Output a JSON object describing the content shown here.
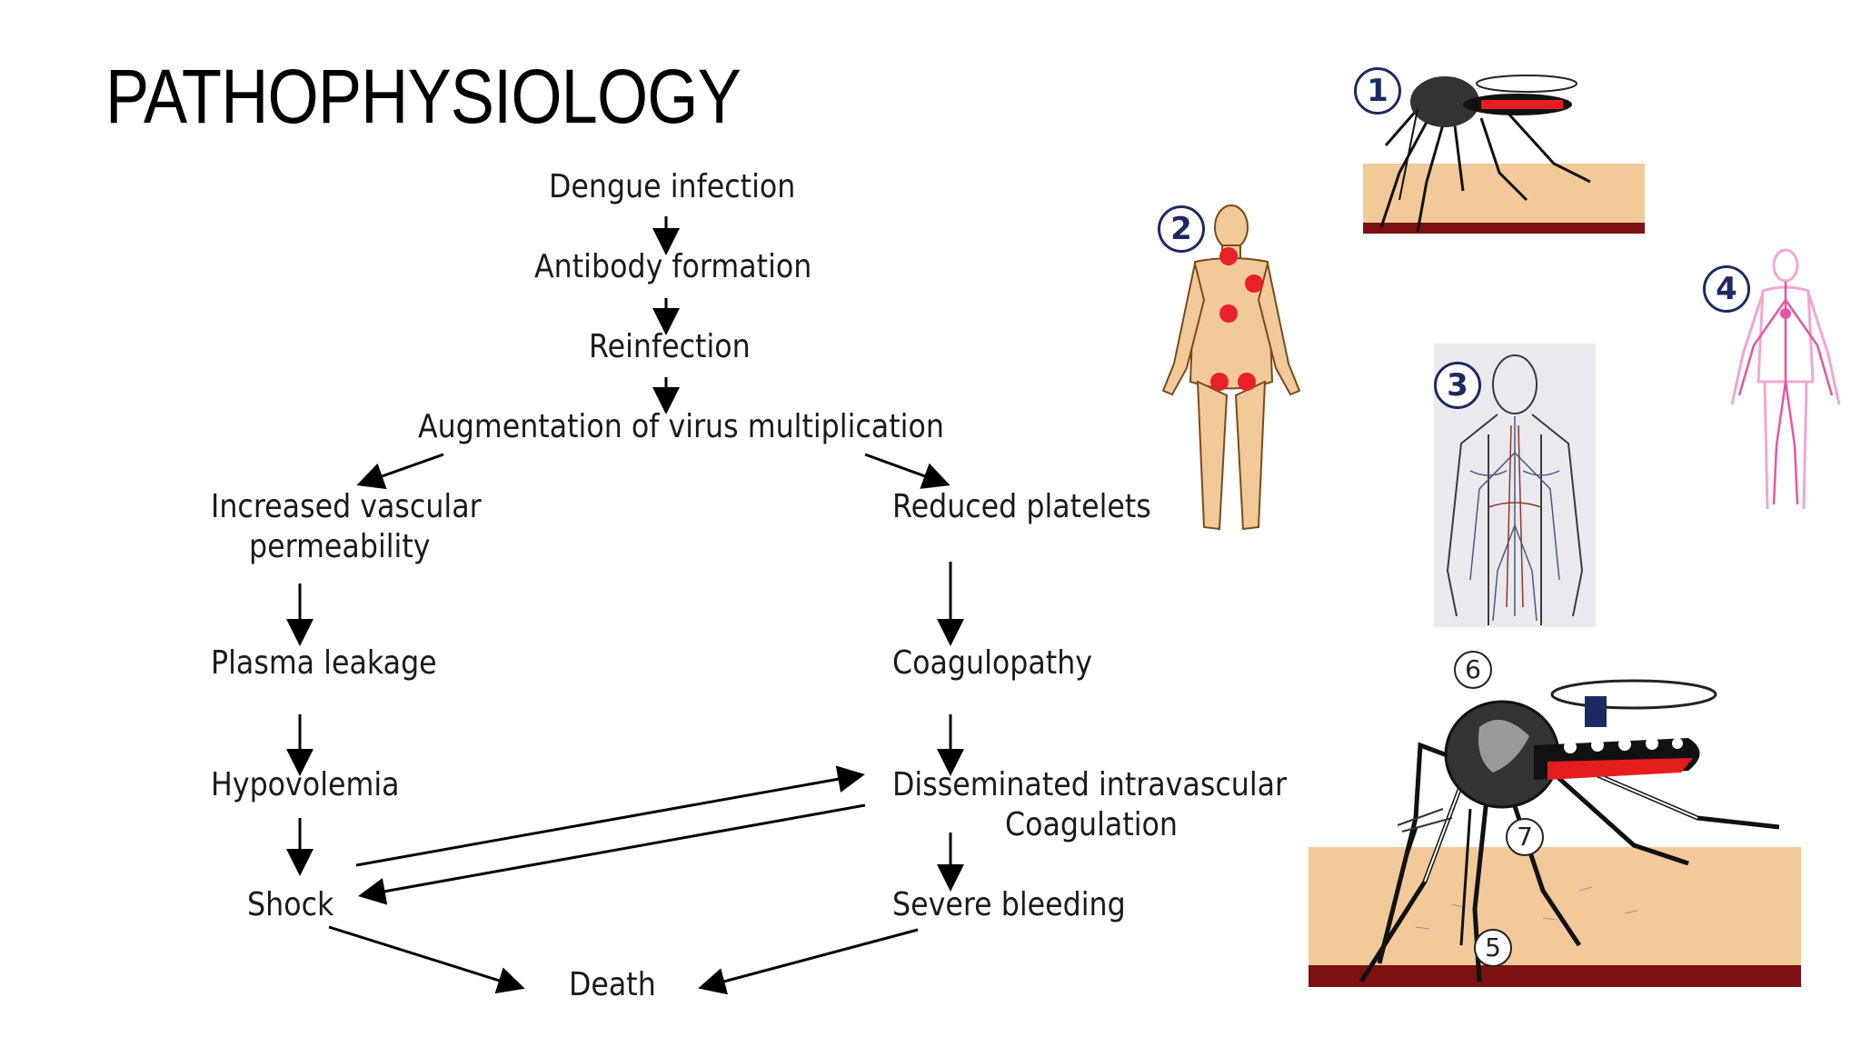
{
  "title": "PATHOPHYSIOLOGY",
  "flowchart": {
    "dengue_infection": "Dengue infection",
    "antibody_formation": "Antibody formation",
    "reinfection": "Reinfection",
    "augmentation": "Augmentation of virus multiplication",
    "increased_vascular_l1": "Increased vascular",
    "increased_vascular_l2": "permeability",
    "reduced_platelets": "Reduced platelets",
    "plasma_leakage": "Plasma leakage",
    "coagulopathy": "Coagulopathy",
    "hypovolemia": "Hypovolemia",
    "dic_l1": "Disseminated intravascular",
    "dic_l2": "Coagulation",
    "shock": "Shock",
    "severe_bleeding": "Severe bleeding",
    "death": "Death"
  },
  "illustration_labels": [
    "1",
    "2",
    "3",
    "4",
    "5",
    "6",
    "7"
  ],
  "colors": {
    "skin": "#f2c999",
    "skin_base": "#7d1010",
    "rash": "#e8202a",
    "mosquito_red": "#e41e1e",
    "label_blue": "#1c2a60",
    "vessel_pink": "#e6559e"
  }
}
